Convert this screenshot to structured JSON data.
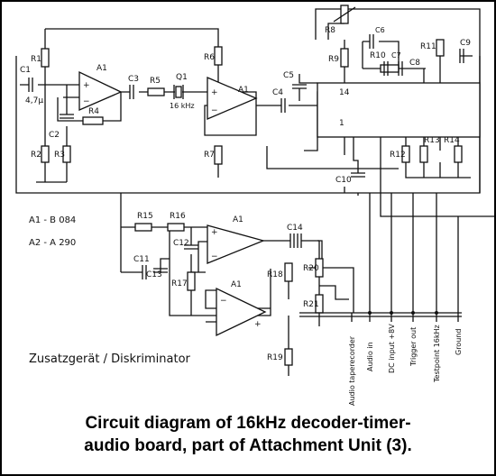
{
  "caption": {
    "line1": "Circuit diagram of 16kHz decoder-timer-",
    "line2": "audio board, part of Attachment Unit (3)."
  },
  "schematic": {
    "title": "Zusatzgerät / Diskriminator",
    "ic_legend": [
      "A1 - B 084",
      "A2 - A 290"
    ],
    "components": {
      "C1": "C1",
      "C1_value": "4,7µ",
      "C2": "C2",
      "C3": "C3",
      "C4": "C4",
      "C5": "C5",
      "C6": "C6",
      "C7": "C7",
      "C8": "C8",
      "C9": "C9",
      "C10": "C10",
      "C11": "C11",
      "C12": "C12",
      "C13": "C13",
      "C14": "C14",
      "R1": "R1",
      "R2": "R2",
      "R3": "R3",
      "R4": "R4",
      "R5": "R5",
      "R6": "R6",
      "R7": "R7",
      "R8": "R8",
      "R9": "R9",
      "R10": "R10",
      "R11": "R11",
      "R12": "R12",
      "R13": "R13",
      "R14": "R14",
      "R15": "R15",
      "R16": "R16",
      "R17": "R17",
      "R18": "R18",
      "R19": "R19",
      "R20": "R20",
      "R21": "R21",
      "Q1": "Q1",
      "Q1_value": "16 kHz",
      "A1": "A1",
      "pin14": "14",
      "pin1": "1"
    },
    "connector_labels": [
      "Audio taperecorder",
      "Audio in",
      "DC input +8V",
      "Trigger out",
      "Testpoint 16kHz",
      "Ground"
    ]
  }
}
